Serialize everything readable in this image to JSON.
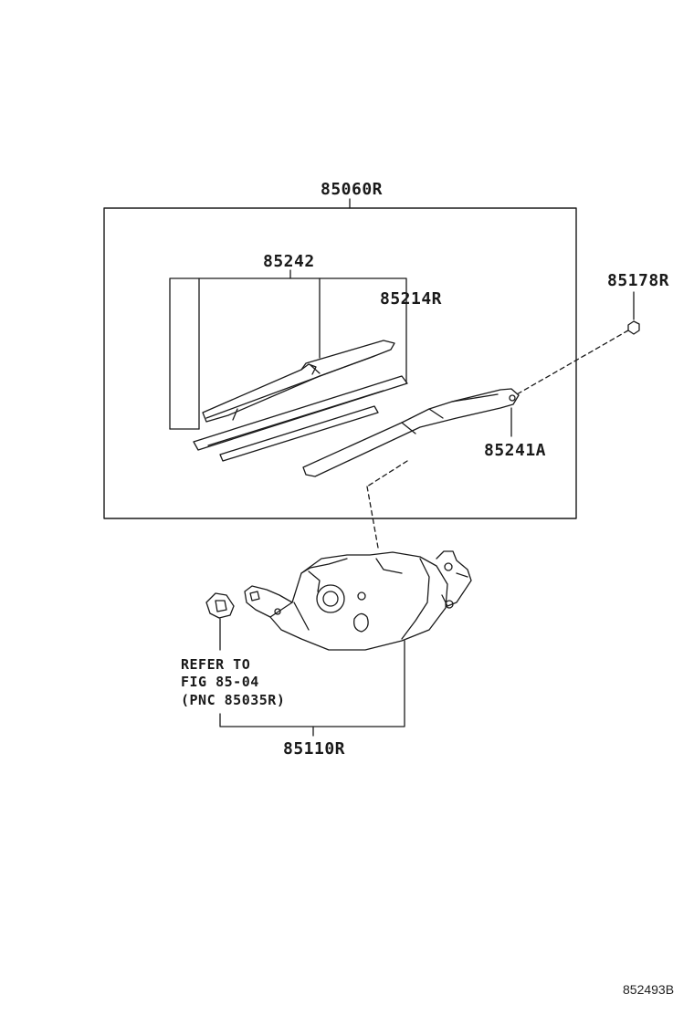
{
  "parts": {
    "assembly_arm_blade": "85060R",
    "blade": "85242",
    "blade_rubber": "85214R",
    "nut": "85178R",
    "arm": "85241A",
    "motor": "85110R"
  },
  "reference_note": {
    "line1": "REFER TO",
    "line2": "FIG 85-04",
    "line3": "(PNC 85035R)"
  },
  "figure_id": "852493B"
}
